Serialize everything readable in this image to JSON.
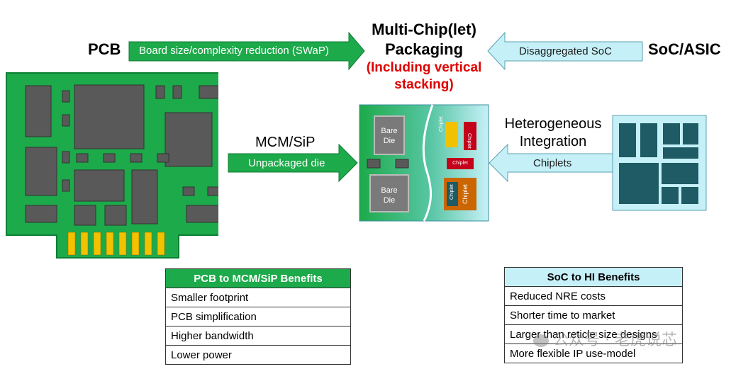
{
  "labels": {
    "pcb": "PCB",
    "soc_asic": "SoC/ASIC",
    "center_title_line1": "Multi-Chip(let)",
    "center_title_line2": "Packaging",
    "center_sub_line1": "(Including vertical",
    "center_sub_line2": "stacking)",
    "mcm_sip": "MCM/SiP",
    "hetero_line1": "Heterogeneous",
    "hetero_line2": "Integration"
  },
  "arrows": {
    "board_reduction": "Board size/complexity reduction (SWaP)",
    "disaggregated": "Disaggregated SoC",
    "unpackaged_die": "Unpackaged die",
    "chiplets": "Chiplets"
  },
  "package": {
    "bare_die_1": "Bare Die",
    "bare_die_2": "Bare Die",
    "chiplet": "Chiplet"
  },
  "pcb_benefits": {
    "title": "PCB to MCM/SiP Benefits",
    "items": [
      "Smaller footprint",
      "PCB simplification",
      "Higher bandwidth",
      "Lower power"
    ]
  },
  "soc_benefits": {
    "title": "SoC to HI Benefits",
    "items": [
      "Reduced NRE costs",
      "Shorter time to market",
      "Larger than reticle size designs",
      "More flexible IP use-model"
    ]
  },
  "watermark": "公众号 · 老虎说芯",
  "colors": {
    "green": "#1daa4a",
    "dark_green": "#0b7f33",
    "chip_gray": "#595959",
    "gold": "#f2c100",
    "light_cyan": "#c6f0f8",
    "teal_chip": "#1e5b64",
    "red": "#e00000"
  }
}
